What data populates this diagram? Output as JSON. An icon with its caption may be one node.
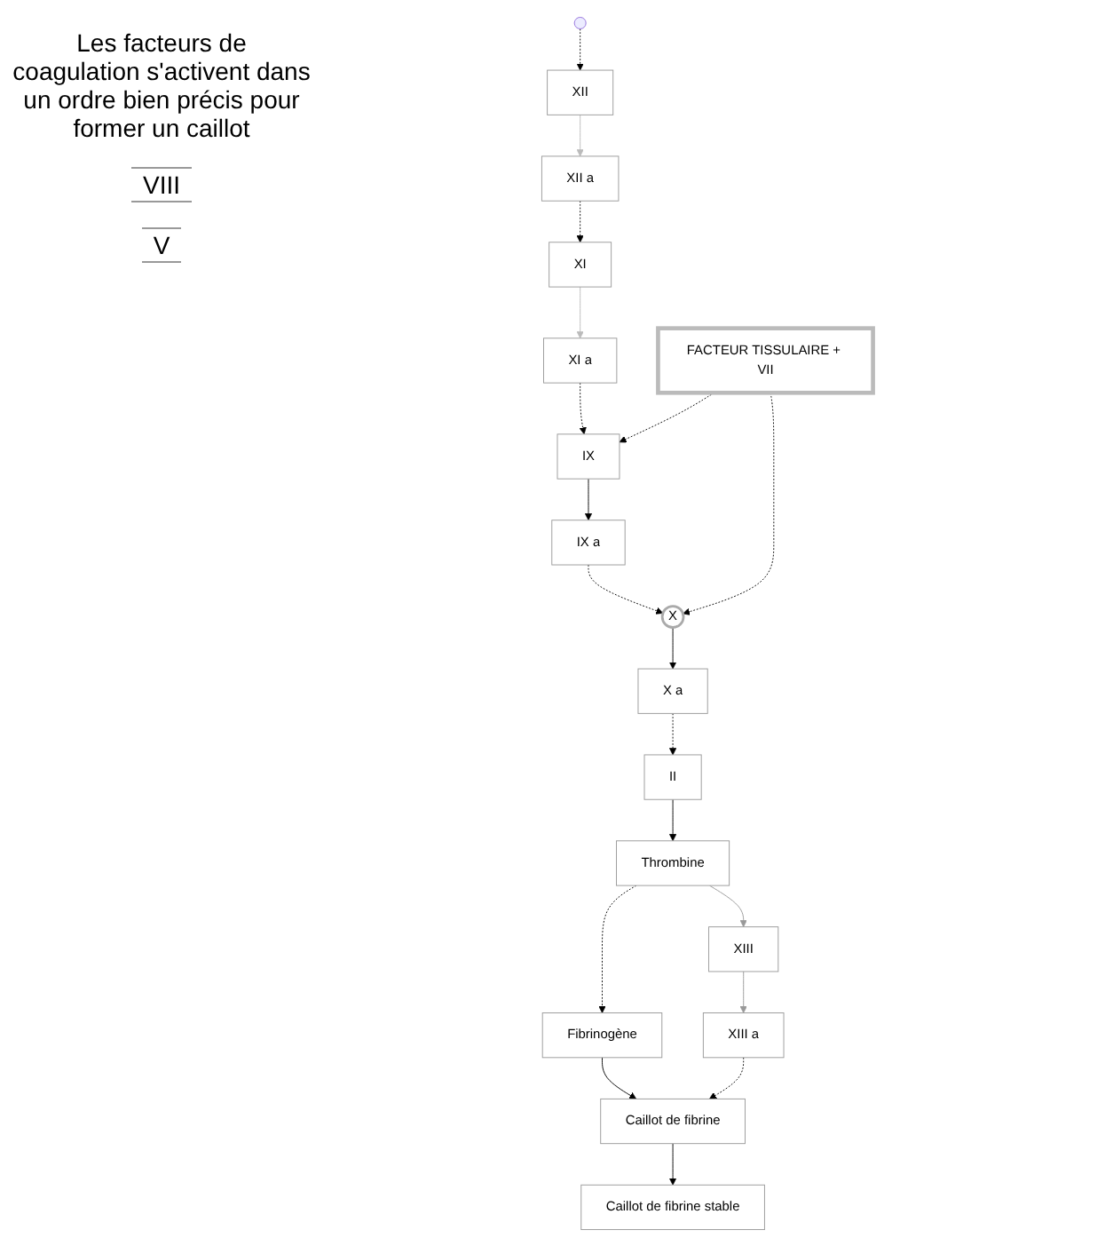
{
  "diagram": {
    "nodes": [
      {
        "text": [
          "XII"
        ]
      },
      {
        "text": [
          "XII a"
        ]
      },
      {
        "text": [
          "XI"
        ]
      },
      {
        "text": [
          "XI a"
        ]
      },
      {
        "text": [
          "IX"
        ]
      },
      {
        "text": [
          "IX a"
        ]
      },
      {
        "text": [
          "FACTEUR TISSULAIRE + VII"
        ]
      },
      {
        "text": [
          "X"
        ]
      },
      {
        "text": [
          "X a"
        ]
      },
      {
        "text": [
          "II"
        ]
      },
      {
        "text": [
          "Thrombine"
        ]
      },
      {
        "text": [
          "Fibrinogène"
        ]
      },
      {
        "text": [
          "XIII"
        ]
      },
      {
        "text": [
          "Caillot de fibrine"
        ]
      },
      {
        "text": [
          "XIII a"
        ]
      },
      {
        "text": [
          "Caillot de fibrine stable"
        ]
      }
    ],
    "edges": [
      {
        "from": null,
        "to": 0,
        "arrow": "to",
        "style": "dashed"
      },
      {
        "from": 0,
        "to": 1,
        "arrow": "to",
        "color": "#bbbbbb"
      },
      {
        "from": 1,
        "to": 2,
        "arrow": "to",
        "style": "dashed"
      },
      {
        "from": 2,
        "to": 3,
        "arrow": "to",
        "color": "#bbbbbb"
      },
      {
        "from": 3,
        "to": 4,
        "arrow": "to",
        "style": "dashed"
      },
      {
        "from": 4,
        "to": 5,
        "arrow": "to"
      },
      {
        "from": 6,
        "to": 4,
        "arrow": "to",
        "style": "dashed"
      },
      {
        "from": 6,
        "to": 7,
        "arrow": "to",
        "style": "dashed"
      },
      {
        "from": 5,
        "to": 7,
        "arrow": "to",
        "style": "dashed"
      },
      {
        "from": 7,
        "to": 8,
        "arrow": "to"
      },
      {
        "from": 8,
        "to": 9,
        "arrow": "to",
        "style": "dashed"
      },
      {
        "from": 9,
        "to": 10,
        "arrow": "to"
      },
      {
        "from": 10,
        "to": 11,
        "arrow": "to",
        "style": "dashed"
      },
      {
        "from": 10,
        "to": 12,
        "arrow": "to",
        "color": "#999999"
      },
      {
        "from": 11,
        "to": 13,
        "arrow": "to"
      },
      {
        "from": 12,
        "to": 14,
        "arrow": "to",
        "color": "#999999"
      },
      {
        "from": 14,
        "to": 13,
        "arrow": "to",
        "style": "dashed"
      },
      {
        "from": 13,
        "to": 15,
        "arrow": "to"
      }
    ],
    "labels": [
      "Les facteurs de coagulation s'activent dans un ordre bien précis pour former un caillot",
      "VIII",
      "V"
    ]
  }
}
